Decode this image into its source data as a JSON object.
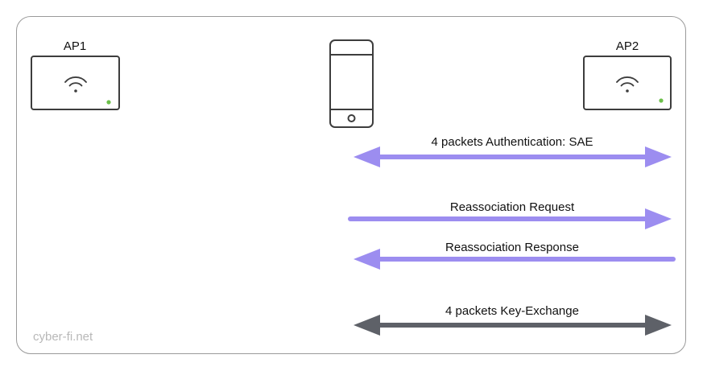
{
  "access_points": [
    {
      "label": "AP1",
      "status_color": "#6cc04a"
    },
    {
      "label": "AP2",
      "status_color": "#6cc04a"
    }
  ],
  "messages": [
    {
      "label": "4 packets Authentication: SAE",
      "direction": "both",
      "color": "#9c8df0"
    },
    {
      "label": "Reassociation Request",
      "direction": "to-ap2",
      "color": "#9c8df0"
    },
    {
      "label": "Reassociation Response",
      "direction": "to-client",
      "color": "#9c8df0"
    },
    {
      "label": "4 packets Key-Exchange",
      "direction": "both",
      "color": "#5e6168"
    }
  ],
  "watermark": "cyber-fi.net",
  "device_icons": {
    "access_point": "wifi-router-icon",
    "client": "smartphone-icon"
  }
}
